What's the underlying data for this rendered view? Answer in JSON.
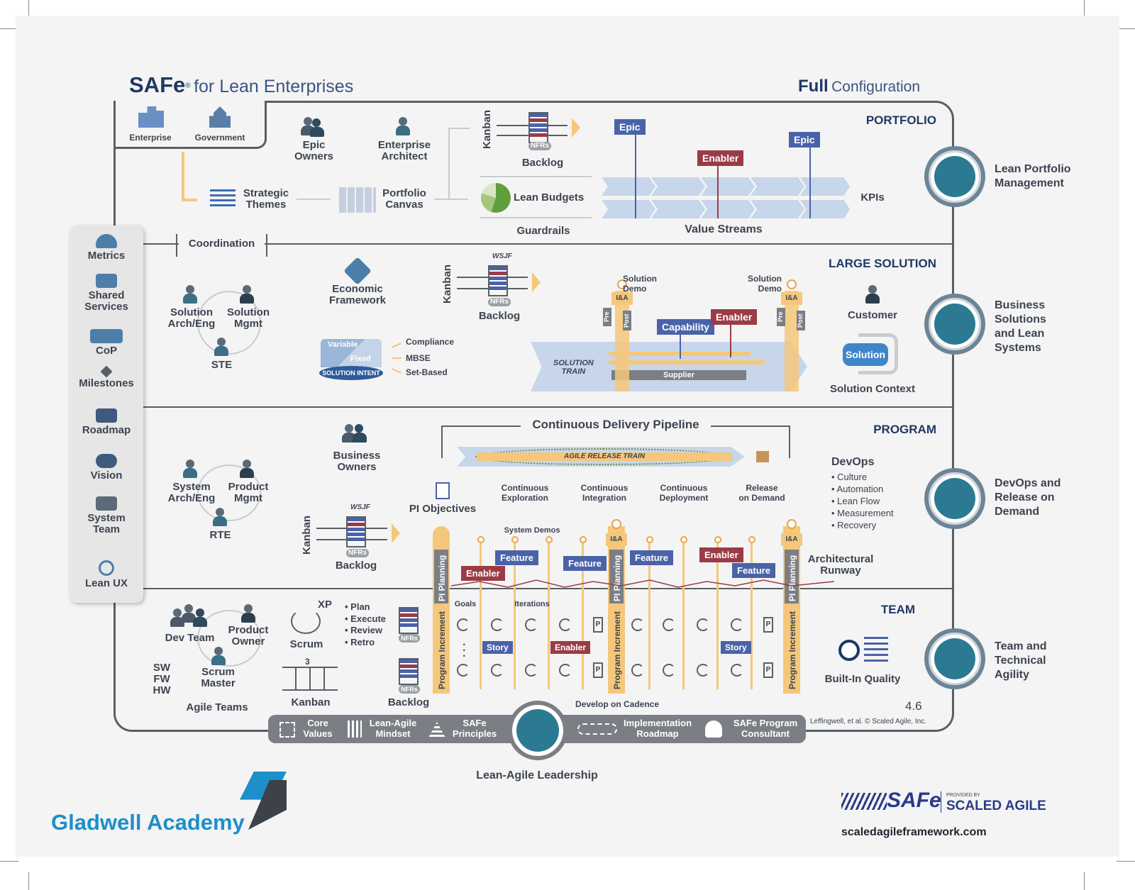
{
  "title": {
    "brand": "SAFe",
    "reg": "®",
    "subtitle": "for Lean Enterprises"
  },
  "configuration": {
    "strong": "Full",
    "rest": "Configuration"
  },
  "top_tabs": {
    "enterprise": "Enterprise",
    "government": "Government"
  },
  "levels": {
    "portfolio": "PORTFOLIO",
    "large_solution": "LARGE SOLUTION",
    "program": "PROGRAM",
    "team": "TEAM"
  },
  "portfolio": {
    "epic_owners": [
      "Epic",
      "Owners"
    ],
    "enterprise_architect": [
      "Enterprise",
      "Architect"
    ],
    "strategic_themes": [
      "Strategic",
      "Themes"
    ],
    "portfolio_canvas": [
      "Portfolio",
      "Canvas"
    ],
    "kanban": "Kanban",
    "nfrs": "NFRs",
    "backlog": "Backlog",
    "lean_budgets": "Lean Budgets",
    "guardrails": "Guardrails",
    "value_streams": "Value Streams",
    "kpis": "KPIs",
    "epic1": "Epic",
    "enabler": "Enabler",
    "epic2": "Epic"
  },
  "coordination": "Coordination",
  "large_solution": {
    "solution_arch": [
      "Solution",
      "Arch/Eng"
    ],
    "solution_mgmt": [
      "Solution",
      "Mgmt"
    ],
    "ste": "STE",
    "economic_framework": [
      "Economic",
      "Framework"
    ],
    "kanban": "Kanban",
    "wsjf": "WSJF",
    "nfrs": "NFRs",
    "backlog": "Backlog",
    "variable": "Variable",
    "fixed": "Fixed",
    "solution_intent": "SOLUTION INTENT",
    "compliance": "Compliance",
    "mbse": "MBSE",
    "set_based": "Set-Based",
    "solution_demo_left": [
      "Solution",
      "Demo"
    ],
    "solution_demo_right": [
      "Solution",
      "Demo"
    ],
    "pre": "Pre",
    "post": "Post",
    "ia": "I&A",
    "capability": "Capability",
    "enabler": "Enabler",
    "solution_train": [
      "SOLUTION",
      "TRAIN"
    ],
    "supplier": "Supplier",
    "customer": "Customer",
    "solution": "Solution",
    "solution_context": "Solution Context"
  },
  "program": {
    "system_arch": [
      "System",
      "Arch/Eng"
    ],
    "product_mgmt": [
      "Product",
      "Mgmt"
    ],
    "rte": "RTE",
    "business_owners": [
      "Business",
      "Owners"
    ],
    "cdp": "Continuous Delivery Pipeline",
    "art": "AGILE RELEASE TRAIN",
    "continuous_exploration": [
      "Continuous",
      "Exploration"
    ],
    "continuous_integration": [
      "Continuous",
      "Integration"
    ],
    "continuous_deployment": [
      "Continuous",
      "Deployment"
    ],
    "release_on_demand": [
      "Release",
      "on Demand"
    ],
    "pi_objectives": "PI Objectives",
    "kanban": "Kanban",
    "wsjf": "WSJF",
    "nfrs": "NFRs",
    "backlog": "Backlog",
    "devops": "DevOps",
    "devops_items": [
      "• Culture",
      "• Automation",
      "• Lean Flow",
      "• Measurement",
      "• Recovery"
    ],
    "system_demos": "System Demos",
    "architectural_runway": [
      "Architectural",
      "Runway"
    ],
    "pi_planning": "PI Planning",
    "enabler": "Enabler",
    "feature": "Feature"
  },
  "team": {
    "dev_team": "Dev Team",
    "product_owner": [
      "Product",
      "Owner"
    ],
    "scrum_master": [
      "Scrum",
      "Master"
    ],
    "sw": "SW",
    "fw": "FW",
    "hw": "HW",
    "agile_teams": "Agile Teams",
    "xp": "XP",
    "scrum": "Scrum",
    "plan_items": [
      "• Plan",
      "• Execute",
      "• Review",
      "• Retro"
    ],
    "kanban": "Kanban",
    "kanban_num": "3",
    "nfrs": "NFRs",
    "backlog": "Backlog",
    "goals": "Goals",
    "iterations": "Iterations",
    "story": "Story",
    "enabler": "Enabler",
    "program_increment": "Program Increment",
    "p": "P",
    "built_in_quality": "Built-In Quality",
    "develop_on_cadence": "Develop on Cadence"
  },
  "left_spanning": [
    {
      "label": [
        "Metrics"
      ]
    },
    {
      "label": [
        "Shared",
        "Services"
      ]
    },
    {
      "label": [
        "CoP"
      ]
    },
    {
      "label": [
        "Milestones"
      ]
    },
    {
      "label": [
        "Roadmap"
      ]
    },
    {
      "label": [
        "Vision"
      ]
    },
    {
      "label": [
        "System",
        "Team"
      ]
    },
    {
      "label": [
        "Lean UX"
      ]
    }
  ],
  "right_competencies": [
    [
      "Lean Portfolio",
      "Management"
    ],
    [
      "Business",
      "Solutions",
      "and Lean",
      "Systems"
    ],
    [
      "DevOps and",
      "Release on",
      "Demand"
    ],
    [
      "Team and",
      "Technical",
      "Agility"
    ]
  ],
  "foundation": {
    "core_values": [
      "Core",
      "Values"
    ],
    "mindset": [
      "Lean-Agile",
      "Mindset"
    ],
    "principles": [
      "SAFe",
      "Principles"
    ],
    "roadmap": [
      "Implementation",
      "Roadmap"
    ],
    "spc": [
      "SAFe Program",
      "Consultant"
    ],
    "leadership": "Lean-Agile Leadership"
  },
  "version": "4.6",
  "copyright": "Leffingwell, et al. © Scaled Agile, Inc.",
  "footer": {
    "academy": "Gladwell Academy",
    "safe": "SAFe",
    "provided_by": "PROVIDED BY",
    "scaled_agile": "SCALED AGILE",
    "url": "scaledagileframework.com"
  },
  "colors": {
    "navy": "#1f3864",
    "blue_tag": "#4a63a8",
    "red_tag": "#9b3b46",
    "gold": "#f5c77a",
    "teal": "#2c7a92",
    "academy_blue": "#1d8fc9"
  }
}
